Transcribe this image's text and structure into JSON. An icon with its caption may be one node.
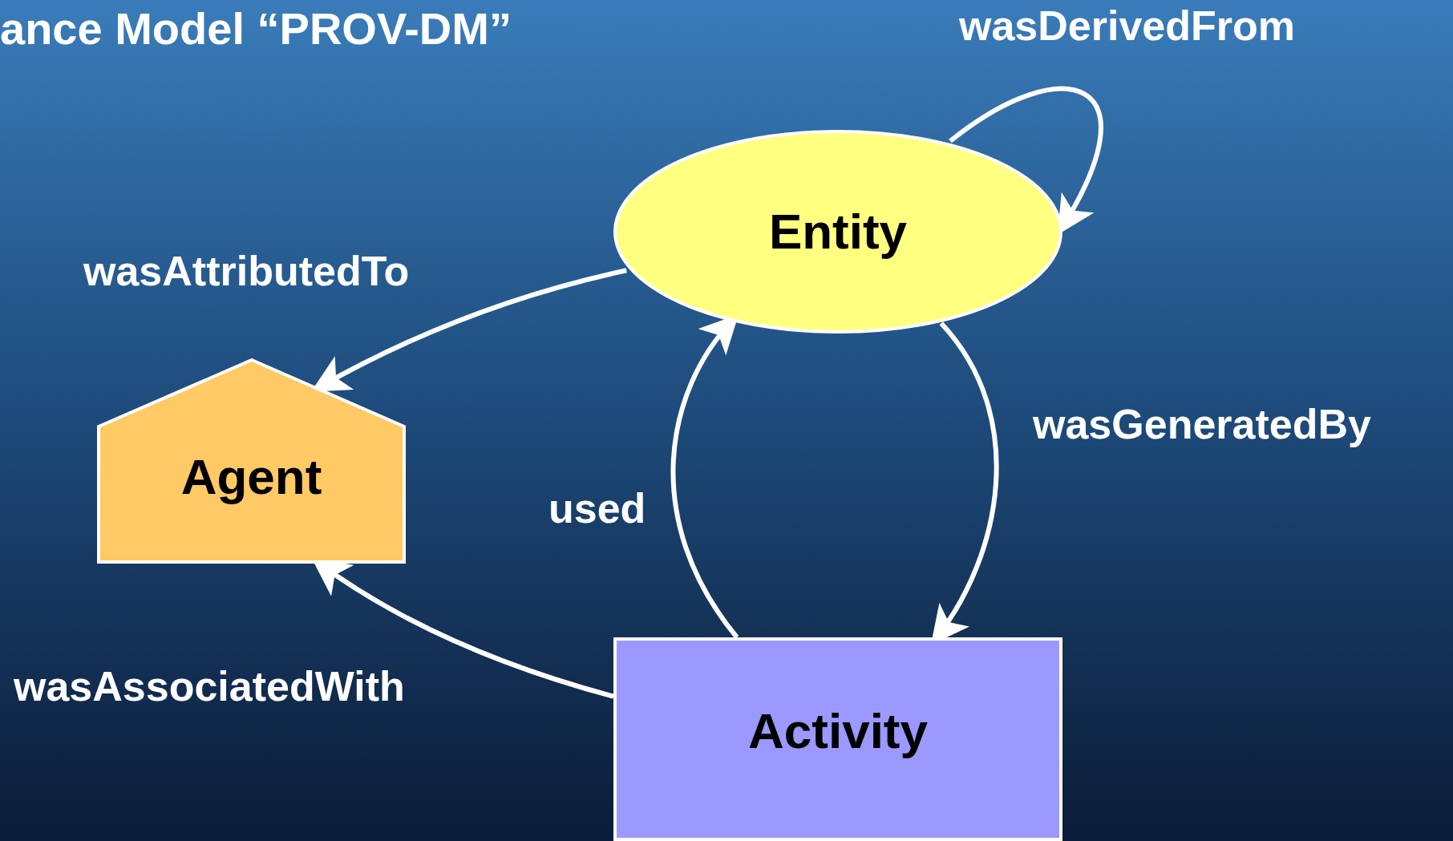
{
  "diagram": {
    "title": "ance Model “PROV-DM”",
    "nodes": [
      {
        "text": [
          "Entity"
        ]
      },
      {
        "text": [
          "Agent"
        ]
      },
      {
        "text": [
          "Activity"
        ]
      }
    ],
    "edges": [
      {
        "from": 0,
        "to": 1,
        "arrow": "to",
        "label": "wasAttributedTo"
      },
      {
        "from": 2,
        "to": 1,
        "arrow": "to",
        "label": "wasAssociatedWith"
      },
      {
        "from": 2,
        "to": 0,
        "arrow": "to",
        "label": "used"
      },
      {
        "from": 0,
        "to": 2,
        "arrow": "to",
        "label": "wasGeneratedBy"
      },
      {
        "from": 0,
        "to": 0,
        "arrow": "to",
        "label": "wasDerivedFrom"
      }
    ]
  }
}
